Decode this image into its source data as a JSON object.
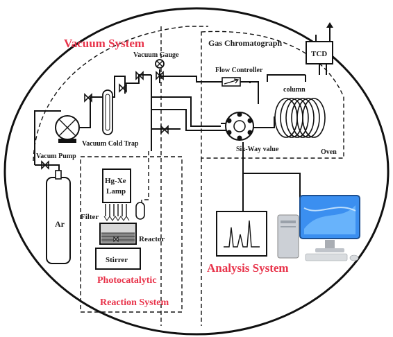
{
  "colors": {
    "section_title": "#e8334a",
    "line": "#111111",
    "monitor_blue": "#2a7fd8"
  },
  "sections": {
    "vacuum": "Vacuum System",
    "photo_line1": "Photocatalytic",
    "photo_line2": "Reaction System",
    "analysis": "Analysis System"
  },
  "labels": {
    "gas_chromatograph": "Gas Chromatograph",
    "vacuum_gauge": "Vacuum Gauge",
    "flow_controller": "Flow Controller",
    "tcd": "TCD",
    "column": "column",
    "six_way": "Six-Way value",
    "oven": "Oven",
    "vacuum_cold_trap": "Vacuum Cold  Trap",
    "vacuum_pump": "Vacum Pump",
    "lamp_line1": "Hg-Xe",
    "lamp_line2": "Lamp",
    "filter": "Filter",
    "reactor": "Reactor",
    "stirrer": "Stirrer",
    "argon": "Ar"
  },
  "icons": [
    "valve-icon",
    "pressure-gauge-icon",
    "vacuum-pump-icon",
    "gas-cylinder-icon",
    "computer-icon",
    "chromatogram-icon",
    "six-way-valve-icon",
    "coil-column-icon"
  ]
}
